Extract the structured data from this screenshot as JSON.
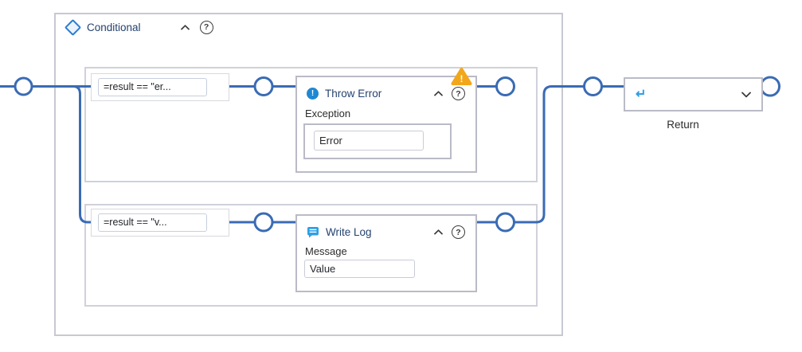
{
  "header": {
    "title": "Conditional"
  },
  "branch1": {
    "condition": "=result == \"er...",
    "activity_title": "Throw Error",
    "field_label": "Exception",
    "field_value": "Error"
  },
  "branch2": {
    "condition": "=result == \"v...",
    "activity_title": "Write Log",
    "field_label": "Message",
    "field_value": "Value"
  },
  "return_node": {
    "label": "Return",
    "enter_glyph": "↵"
  },
  "icons": {
    "help_glyph": "?",
    "warning_glyph": "!",
    "throw_error_glyph": "!"
  },
  "colors": {
    "connector_blue": "#3a6bb4",
    "accent_blue": "#2d9fe3",
    "throw_icon_blue": "#1e88d2",
    "warning_amber": "#f2a71b",
    "title_navy": "#24426e",
    "container_border": "#c7c8d2"
  }
}
